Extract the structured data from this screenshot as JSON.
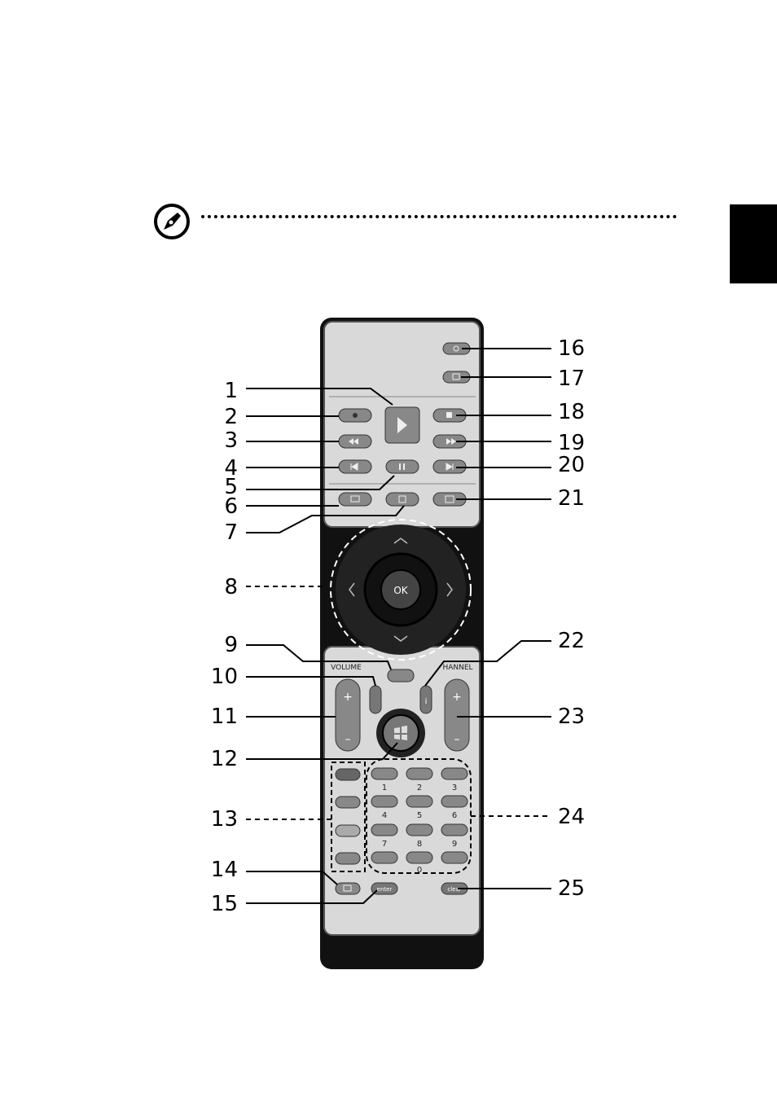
{
  "callouts": {
    "left": [
      "1",
      "2",
      "3",
      "4",
      "5",
      "6",
      "7",
      "8",
      "9",
      "10",
      "11",
      "12",
      "13",
      "14",
      "15"
    ],
    "right": [
      "16",
      "17",
      "18",
      "19",
      "20",
      "21",
      "22",
      "23",
      "24",
      "25"
    ]
  },
  "remote": {
    "ok_label": "OK",
    "volume_label": "VOLUME",
    "channel_label": "HANNEL",
    "plus": "+",
    "minus": "–",
    "info_label": "i",
    "enter_label": "enter",
    "clear_label": "clear",
    "numbers": [
      "1",
      "2",
      "3",
      "4",
      "5",
      "6",
      "7",
      "8",
      "9",
      "0"
    ]
  },
  "icons": {
    "note": "note-pen-icon"
  }
}
